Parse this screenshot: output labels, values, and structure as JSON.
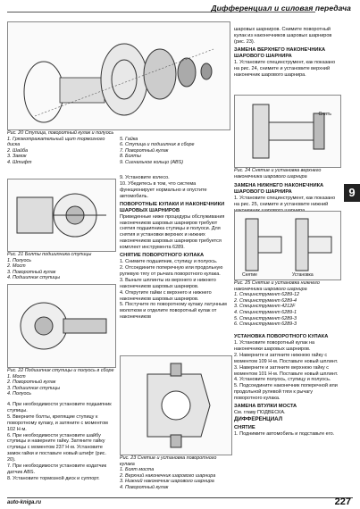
{
  "header": {
    "title": "Дифференциал и силовая передача"
  },
  "tab_number": "9",
  "footer": {
    "site": "auto-kniga.ru",
    "page": "227"
  },
  "fig20": {
    "caption_title": "Рис. 20 Ступица, поворотный кулак и полуось",
    "left_items": [
      "1. Грязеотражательный щит тормозного диска",
      "2. Шайба",
      "3. Замок",
      "4. Штифт"
    ],
    "right_items": [
      "5. Гайка",
      "6. Ступица и подшипник в сборе",
      "7. Поворотный кулак",
      "8. Болты",
      "9. Сигнальное кольцо (ABS)"
    ]
  },
  "fig21": {
    "caption_title": "Рис. 21 Болты подшипника ступицы",
    "items": [
      "1. Полуось",
      "2. Мост",
      "3. Поворотный кулак",
      "4. Подшипник ступицы"
    ]
  },
  "fig22": {
    "caption_title": "Рис. 22 Подшипник ступицы и полуось в сборе",
    "items": [
      "1. Мост",
      "2. Поворотный кулак",
      "3. Подшипник ступицы",
      "4. Полуось"
    ]
  },
  "fig23": {
    "caption_title": "Рис. 23 Снятие и установка поворотного кулака",
    "items": [
      "1. Болт моста",
      "2. Верхний наконечник шарового шарнира",
      "3. Нижний наконечник шарового шарнира",
      "4. Поворотный кулак"
    ]
  },
  "fig24": {
    "caption_title": "Рис. 24 Снятие и установка верхнего наконечника шарового шарнира",
    "label": "Снять"
  },
  "fig25": {
    "caption_title": "Рис. 25 Снятие и установка нижнего наконечника шарового шарнира",
    "labels": [
      "Снятие",
      "Установка"
    ],
    "items": [
      "1. Специнструмент 6289-12",
      "2. Специнструмент 6289-4",
      "3. Специнструмент 4212F",
      "4. Специнструмент 6289-1",
      "5. Специнструмент 6289-3",
      "6. Специнструмент 6289-3"
    ]
  },
  "left_col": [
    "4. При необходимости установите подшипник ступицы.",
    "5. Вверните болты, крепящие ступицу к поворотному кулаку, и затяните с моментом 102 Н·м.",
    "6. При необходимости установите шайбу ступицы и наверните гайку. Затяните гайку ступицы с моментом 237 Н·м. Установите замок гайки и поставьте новый штифт (рис. 20).",
    "7. При необходимости установите кодатчик датчик ABS.",
    "8. Установите тормозной диск и суппорт."
  ],
  "mid_col": {
    "steps_top": [
      "9. Установите колесо.",
      "10. Убедитесь в том, что система функционирует нормально и опустите автомобиль."
    ],
    "h1": "Поворотные кулаки и наконечники шаровых шарниров",
    "p1": "Приведенные ниже процедуры обслуживания наконечников шаровых шарниров требуют снятия подшипника ступицы и полуоси. Для снятия и установки верхних и нижних наконечников шаровых шарниров требуется комплект инструмента 6289.",
    "h2": "Снятие поворотного кулака",
    "steps": [
      "1. Снимите подшипник, ступицу и полуось.",
      "2. Отсоедините поперечную или продольную рулевую тягу от рычага поворотного кулака.",
      "3. Выньте шплинты из верхнего и нижнего наконечников шаровых шарниров.",
      "4. Открутите гайки с верхнего и нижнего наконечников шаровых шарниров.",
      "5. Постучите по поворотному кулаку латунным молотком и отделите поворотный кулак от наконечников"
    ]
  },
  "right_col": {
    "intro": "шаровых шарниров. Снимите поворотный кулак из наконечников шаровых шарниров (рис. 23).",
    "h1": "Замена верхнего наконечника шарового шарнира",
    "s1": [
      "1. Установите специнструмент, как показано на рис. 24, снимите и установите верхний наконечник шарового шарнира."
    ],
    "h2": "Замена нижнего наконечника шарового шарнира",
    "s2": [
      "1. Установите специнструмент, как показано на рис. 25, снимите и установите нижний наконечник шарового шарнира."
    ],
    "h3": "Установка поворотного кулака",
    "s3": [
      "1. Установите поворотный кулак на наконечники шаровых шарниров.",
      "2. Наверните и затяните нижнюю гайку с моментом 109 Н·м. Поставьте новый шплинт.",
      "3. Наверните и затяните верхнюю гайку с моментом 101 Н·м. Поставьте новый шплинт.",
      "4. Установите полуось, ступицу и полуось.",
      "5. Подсоедините наконечник поперечной или продольной рулевой тяги к рычагу поворотного кулака."
    ],
    "h4": "Замена втулки моста",
    "p4": "См. главу ПОДВЕСКА.",
    "h5": "Дифференциал",
    "h6": "Снятие",
    "s6": [
      "1. Поднимите автомобиль и подставьте его."
    ]
  }
}
